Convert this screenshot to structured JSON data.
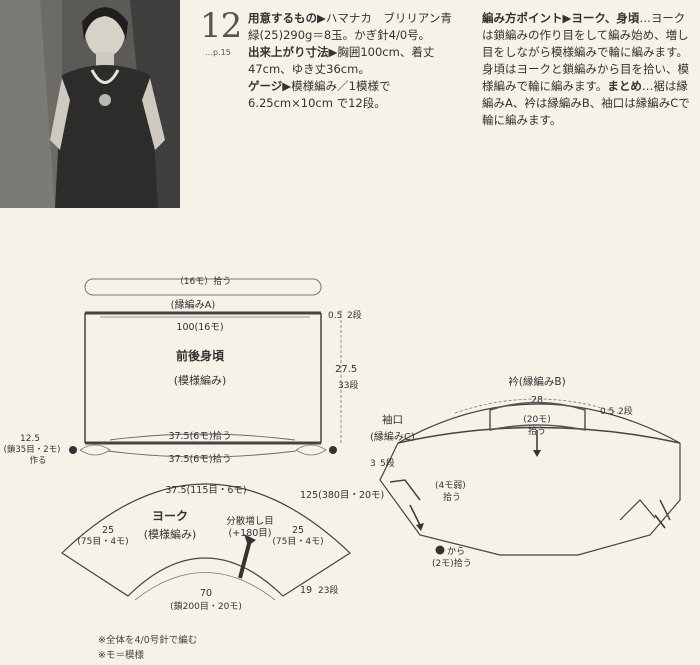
{
  "pattern": {
    "number": "12",
    "page_ref": "…p.15"
  },
  "materials": {
    "label": "用意するもの▶",
    "text": "ハマナカ　ブリリアン青緑(25)290g＝8玉。かぎ針4/0号。"
  },
  "size": {
    "label": "出来上がり寸法▶",
    "text": "胸囲100cm、着丈47cm、ゆき丈36cm。"
  },
  "gauge": {
    "label": "ゲージ▶",
    "text": "模様編み／1模様で6.25cm×10cm で12段。"
  },
  "points": {
    "label": "編み方ポイント▶ヨーク、身頃",
    "text": "…ヨークは鎖編みの作り目をして編み始め、増し目をしながら模様編みで輪に編みます。身頃はヨークと鎖編みから目を拾い、模様編みで輪に編みます。",
    "label2": "まとめ",
    "text2": "…裾は縁編みA、衿は縁編みB、袖口は縁編みCで輪に編みます。"
  },
  "body_diagram": {
    "hem_pickup": "（16モ）拾う",
    "edge_a": "(縁編みA)",
    "width": "100(16モ)",
    "title": "前後身頃",
    "subtitle": "(模様編み)",
    "top_rows": "0.5",
    "top_rows_unit": "2段",
    "height": "27.5",
    "height_rows": "33段",
    "pick1": "37.5(6モ)拾う",
    "pick2": "37.5(6モ)拾う",
    "underarm": "12.5",
    "underarm_sub": "(鎖35目・2モ)",
    "underarm_make": "作る"
  },
  "yoke_diagram": {
    "top_width": "37.5(115目・6モ)",
    "outer_width": "125(380目・20モ)",
    "title": "ヨーク",
    "subtitle": "(模様編み)",
    "increase": "分散増し目",
    "increase_sub": "(+180目)",
    "side_left": "25",
    "side_left_sub": "(75目・4モ)",
    "side_right": "25",
    "side_right_sub": "(75目・4モ)",
    "bottom": "70",
    "bottom_sub": "(鎖200目・20モ)",
    "depth": "19",
    "depth_rows": "23段"
  },
  "collar_diagram": {
    "title": "衿(縁編みB)",
    "width": "28",
    "pickup": "(20モ)",
    "pickup2": "拾う",
    "rows": "0.5",
    "rows_unit": "2段"
  },
  "cuff_diagram": {
    "title": "袖口",
    "subtitle": "(縁編みC)",
    "rows": "3",
    "rows_unit": "5段",
    "pickup": "(4モ弱)",
    "pickup2": "拾う",
    "from": "から",
    "from2": "(2モ)拾う"
  },
  "notes": {
    "n1": "※全体を4/0号針で編む",
    "n2": "※モ＝模様"
  }
}
